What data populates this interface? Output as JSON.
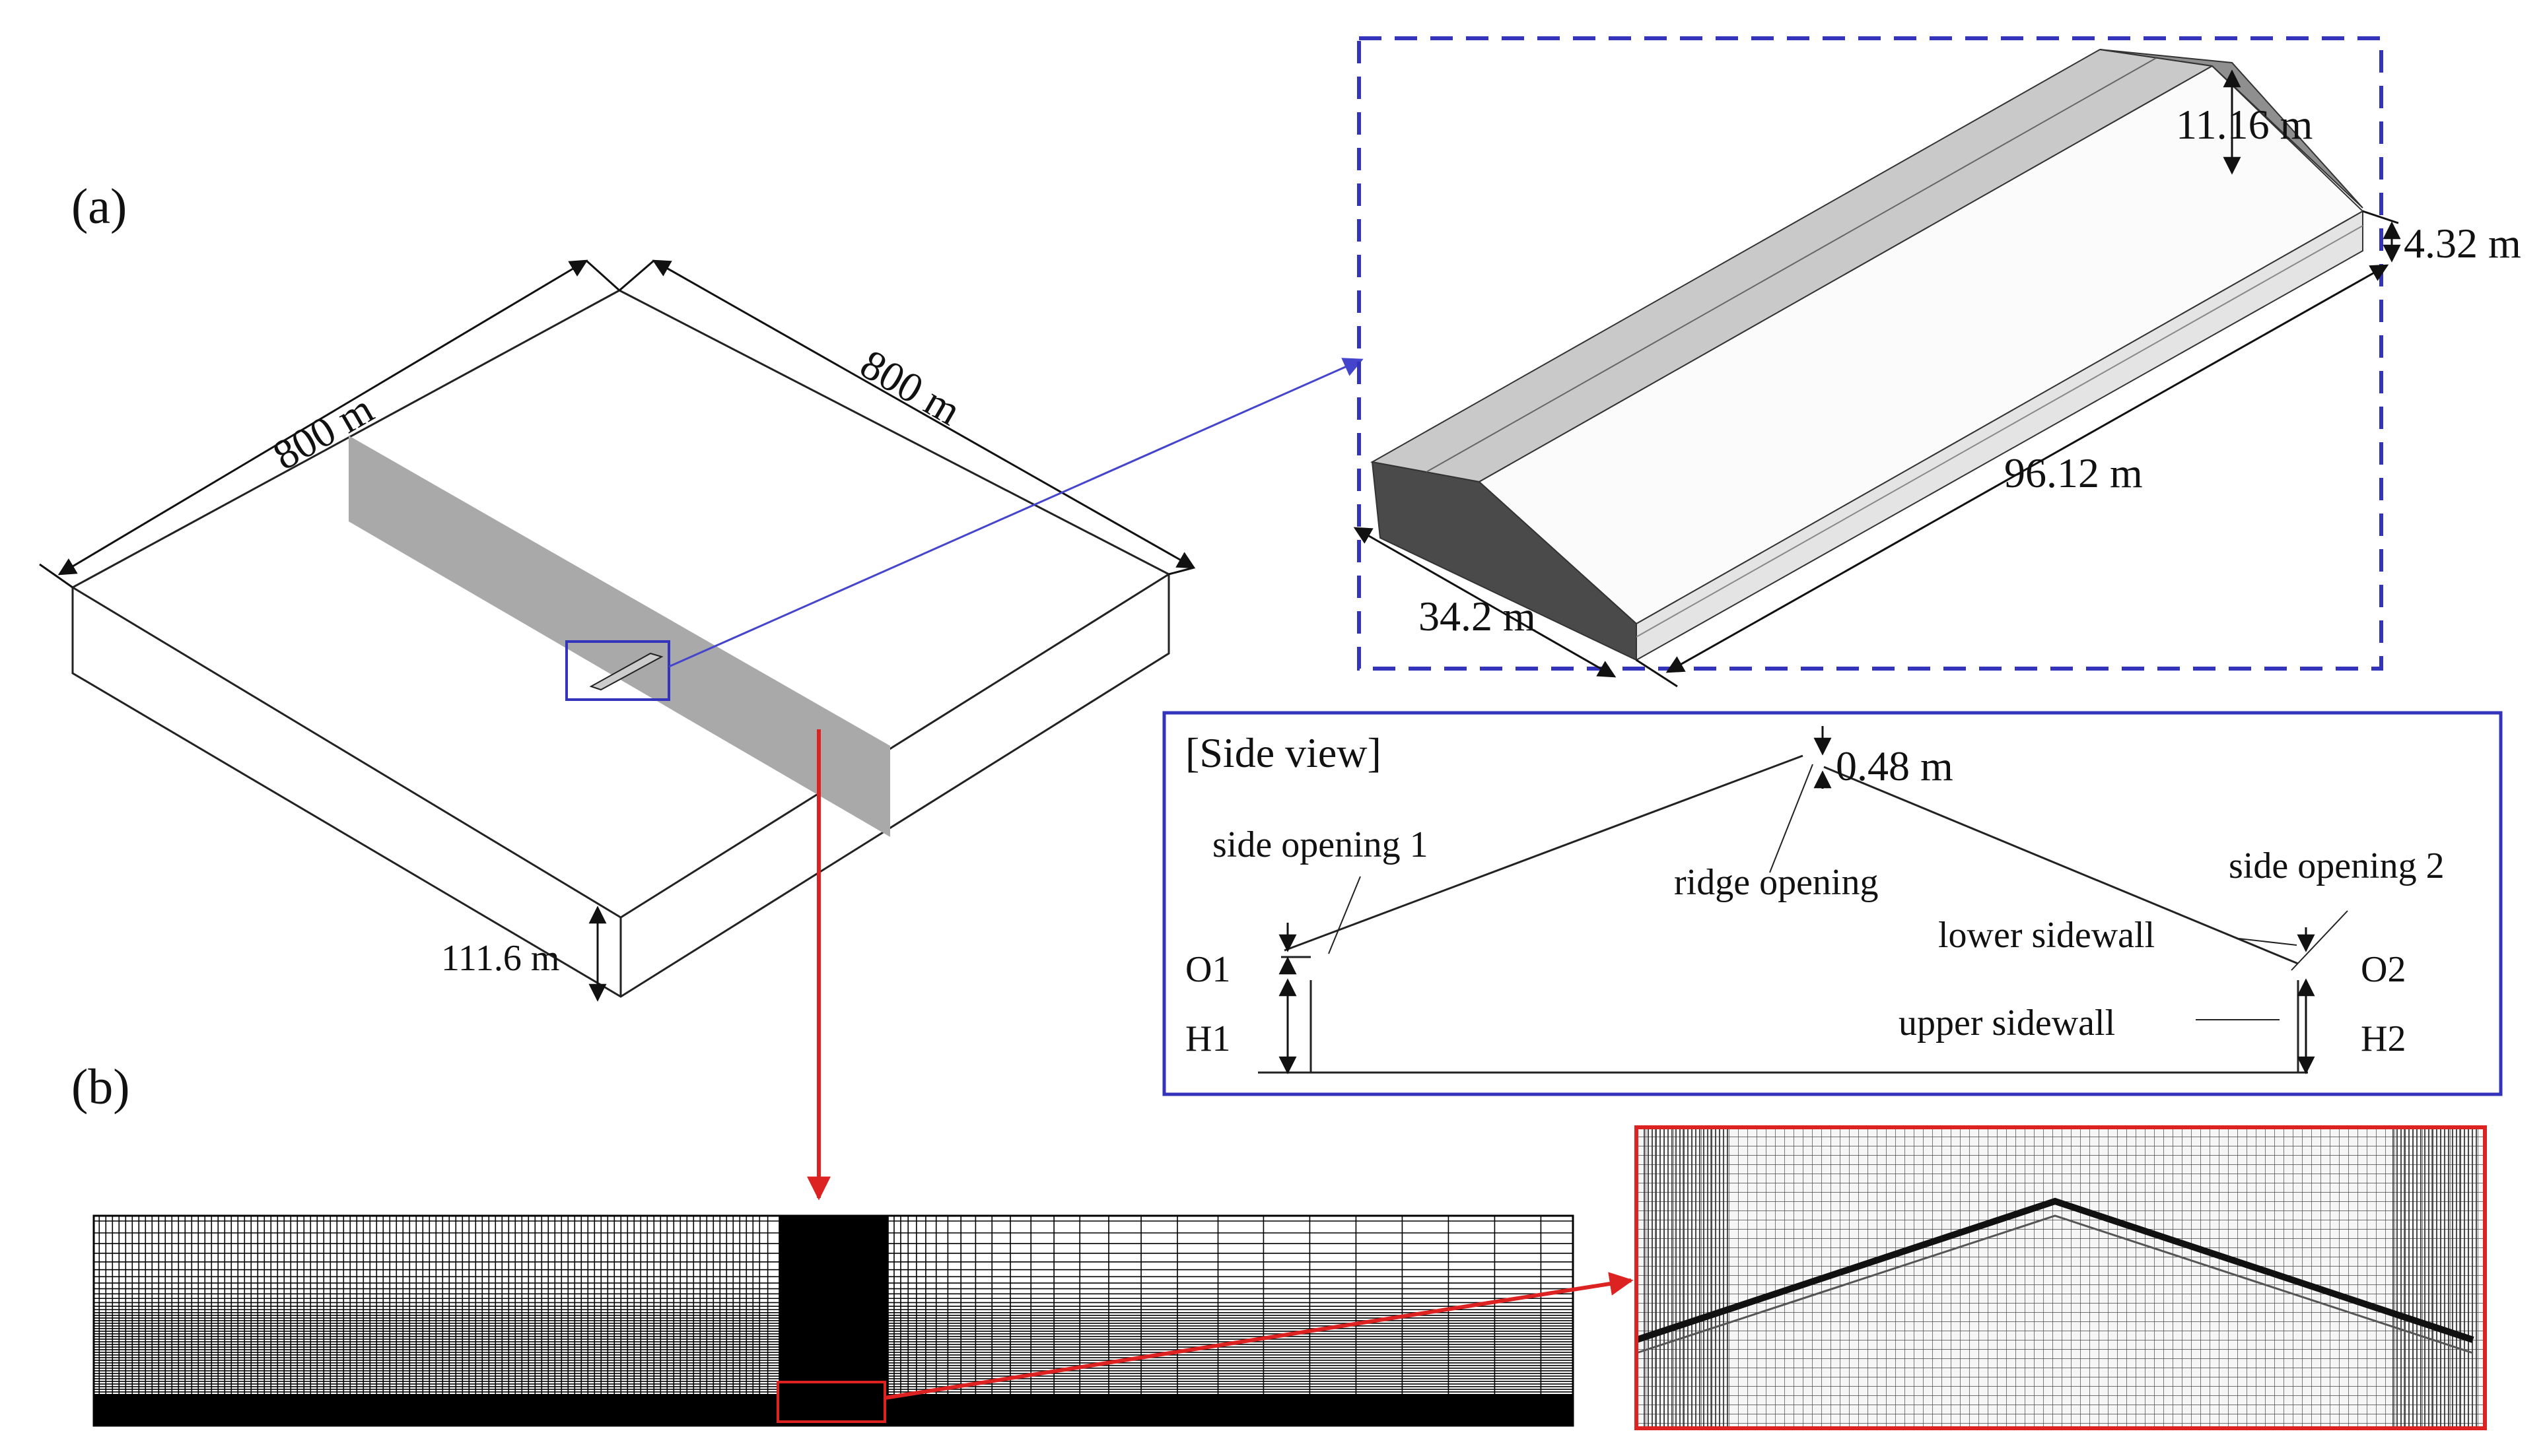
{
  "panels": {
    "a": "(a)",
    "b": "(b)"
  },
  "domain_dims": {
    "width": "800 m",
    "length": "800 m",
    "height": "111.6 m"
  },
  "greenhouse_dims": {
    "ridge_height": "11.16 m",
    "eave_height": "4.32 m",
    "length": "96.12 m",
    "span": "34.2 m"
  },
  "side_view": {
    "title": "[Side view]",
    "ridge_gap": "0.48 m",
    "labels": {
      "side_opening_1": "side opening 1",
      "ridge_opening": "ridge opening",
      "side_opening_2": "side opening 2",
      "lower_sidewall": "lower sidewall",
      "upper_sidewall": "upper sidewall",
      "o1": "O1",
      "h1": "H1",
      "o2": "O2",
      "h2": "H2"
    }
  },
  "colors": {
    "detail_frame": "#3333bb",
    "mesh_frame": "#dd2222",
    "section_plane": "#a9a9a9"
  }
}
